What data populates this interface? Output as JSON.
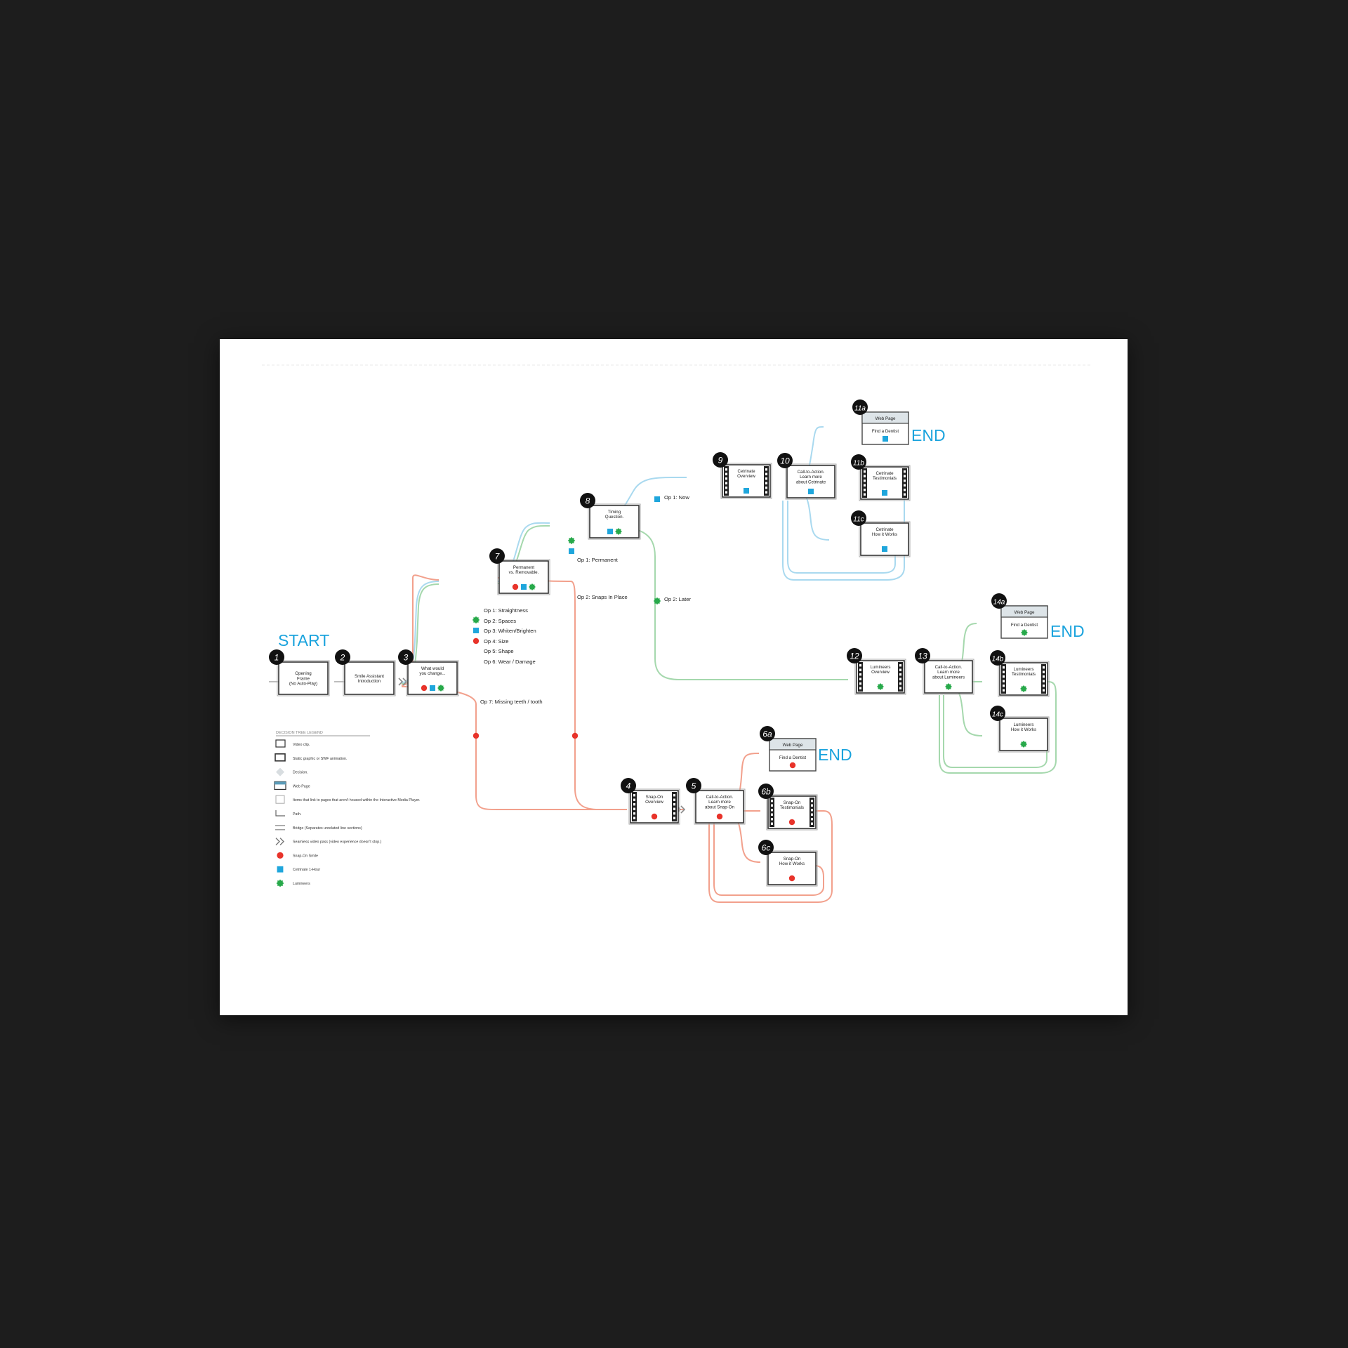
{
  "labels": {
    "start": "START",
    "end": "END"
  },
  "colors": {
    "snap_on": "#e8332a",
    "cetrinate": "#1fa6dc",
    "lumineers": "#27a94a",
    "snap_on_path": "#f2a08c",
    "cetrinate_path": "#a9d9ef",
    "lumineers_path": "#a5d8ad",
    "title_blue": "#1aa3dd"
  },
  "nodes": [
    {
      "id": "1",
      "kind": "static",
      "lines": [
        "Opening",
        "Frame",
        "(No Auto-Play)"
      ],
      "markers": []
    },
    {
      "id": "2",
      "kind": "static",
      "lines": [
        "Smile Assistant",
        "Introduction"
      ],
      "markers": []
    },
    {
      "id": "3",
      "kind": "static",
      "lines": [
        "What would",
        "you change..."
      ],
      "markers": [
        "snap",
        "cet",
        "lum"
      ]
    },
    {
      "id": "7",
      "kind": "static",
      "lines": [
        "Permanent",
        "vs. Removable."
      ],
      "markers": [
        "snap",
        "cet",
        "lum"
      ]
    },
    {
      "id": "8",
      "kind": "static",
      "lines": [
        "Timing",
        "Question."
      ],
      "markers": [
        "cet",
        "lum"
      ]
    },
    {
      "id": "9",
      "kind": "video",
      "lines": [
        "Cetrinate",
        "Overview"
      ],
      "markers": [
        "cet"
      ]
    },
    {
      "id": "10",
      "kind": "static",
      "lines": [
        "Call-to-Action.",
        "Learn more",
        "about Cetrinate"
      ],
      "markers": [
        "cet"
      ]
    },
    {
      "id": "11a",
      "kind": "web",
      "lines": [
        "Web Page",
        "Find a Dentist"
      ],
      "markers": [
        "cet"
      ]
    },
    {
      "id": "11b",
      "kind": "video",
      "lines": [
        "Cetrinate",
        "Testimonials"
      ],
      "markers": [
        "cet"
      ]
    },
    {
      "id": "11c",
      "kind": "static",
      "lines": [
        "Cetrinate",
        "How it Works"
      ],
      "markers": [
        "cet"
      ]
    },
    {
      "id": "12",
      "kind": "video",
      "lines": [
        "Lumineers",
        "Overview"
      ],
      "markers": [
        "lum"
      ]
    },
    {
      "id": "13",
      "kind": "static",
      "lines": [
        "Call-to-Action.",
        "Learn more",
        "about Lumineers"
      ],
      "markers": [
        "lum"
      ]
    },
    {
      "id": "14a",
      "kind": "web",
      "lines": [
        "Web Page",
        "Find a Dentist"
      ],
      "markers": [
        "lum"
      ]
    },
    {
      "id": "14b",
      "kind": "video",
      "lines": [
        "Lumineers",
        "Testimonials"
      ],
      "markers": [
        "lum"
      ]
    },
    {
      "id": "14c",
      "kind": "static",
      "lines": [
        "Lumineers",
        "How it Works"
      ],
      "markers": [
        "lum"
      ]
    },
    {
      "id": "4",
      "kind": "video",
      "lines": [
        "Snap-On",
        "Overview"
      ],
      "markers": [
        "snap"
      ]
    },
    {
      "id": "5",
      "kind": "static",
      "lines": [
        "Call-to-Action.",
        "Learn more",
        "about Snap-On"
      ],
      "markers": [
        "snap"
      ]
    },
    {
      "id": "6a",
      "kind": "web",
      "lines": [
        "Web Page",
        "Find a Dentist"
      ],
      "markers": [
        "snap"
      ]
    },
    {
      "id": "6b",
      "kind": "video",
      "lines": [
        "Snap-On",
        "Testimonials"
      ],
      "markers": [
        "snap"
      ]
    },
    {
      "id": "6c",
      "kind": "static",
      "lines": [
        "Snap-On",
        "How it Works"
      ],
      "markers": [
        "snap"
      ]
    }
  ],
  "options": [
    {
      "text": "Op 1: Straightness",
      "marker": ""
    },
    {
      "text": "Op 2: Spaces",
      "marker": "lum"
    },
    {
      "text": "Op 3: Whiten/Brighten",
      "marker": "cet"
    },
    {
      "text": "Op 4: Size",
      "marker": "snap"
    },
    {
      "text": "Op 5: Shape",
      "marker": ""
    },
    {
      "text": "Op 6: Wear / Damage",
      "marker": ""
    },
    {
      "text": "Op 7: Missing teeth / tooth",
      "marker": ""
    },
    {
      "text": "Op 1: Permanent",
      "marker": ""
    },
    {
      "text": "Op 2: Snaps In Place",
      "marker": ""
    },
    {
      "text": "Op 1: Now",
      "marker": "cet"
    },
    {
      "text": "Op 2: Later",
      "marker": "lum"
    }
  ],
  "legend": {
    "title": "DECISION TREE LEGEND",
    "items": [
      {
        "icon": "video",
        "text": "Video clip."
      },
      {
        "icon": "static",
        "text": "Static graphic or SWF animation."
      },
      {
        "icon": "decision",
        "text": "Decision."
      },
      {
        "icon": "web",
        "text": "Web Page"
      },
      {
        "icon": "external",
        "text": "Items that link to pages that aren't housed within the Interactive Media Player."
      },
      {
        "icon": "path",
        "text": "Path."
      },
      {
        "icon": "bridge",
        "text": "Bridge (Separates unrelated line sections)"
      },
      {
        "icon": "seamless",
        "text": "Seamless video pass (video experience doesn't stop.)"
      },
      {
        "icon": "snap",
        "text": "Snap-On Smile"
      },
      {
        "icon": "cet",
        "text": "Cetrinate 1-Hour"
      },
      {
        "icon": "lum",
        "text": "Lumineers"
      }
    ]
  }
}
